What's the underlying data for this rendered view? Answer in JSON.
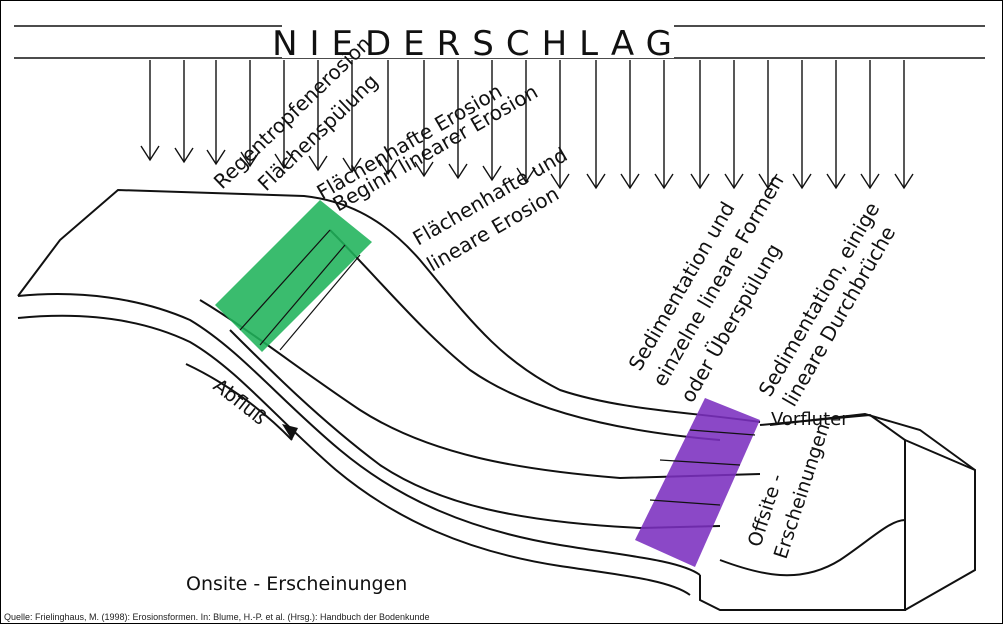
{
  "title": "NIEDERSCHLAG",
  "labels": {
    "regentropfenerosion": "Regentropfenerosion",
    "flaechenspuelung": "Flächenspülung",
    "flaechenhafte_erosion": "Flächenhafte Erosion",
    "beginn_linearer_erosion": "Beginn linearer Erosion",
    "flaechenhafte_und": "Flächenhafte und",
    "lineare_erosion": "lineare Erosion",
    "sedimentation_und": "Sedimentation und",
    "einzelne_lineare_formen": "einzelne lineare Formen",
    "oder_ueberspuelung": "oder Überspülung",
    "sedimentation_einige": "Sedimentation, einige",
    "lineare_durchbrueche": "lineare Durchbrüche",
    "vorfluter": "Vorfluter",
    "offsite": "Offsite -",
    "erscheinungen": "Erscheinungen",
    "abfluss": "Abfluß",
    "onsite": "Onsite - Erscheinungen"
  },
  "source": "Quelle: Frielinghaus, M. (1998): Erosionsformen. In: Blume, H.-P. et al. (Hrsg.): Handbuch der Bodenkunde",
  "colors": {
    "green_highlight": "#1fb35a",
    "purple_highlight": "#7b2fbf",
    "ink": "#111111"
  }
}
